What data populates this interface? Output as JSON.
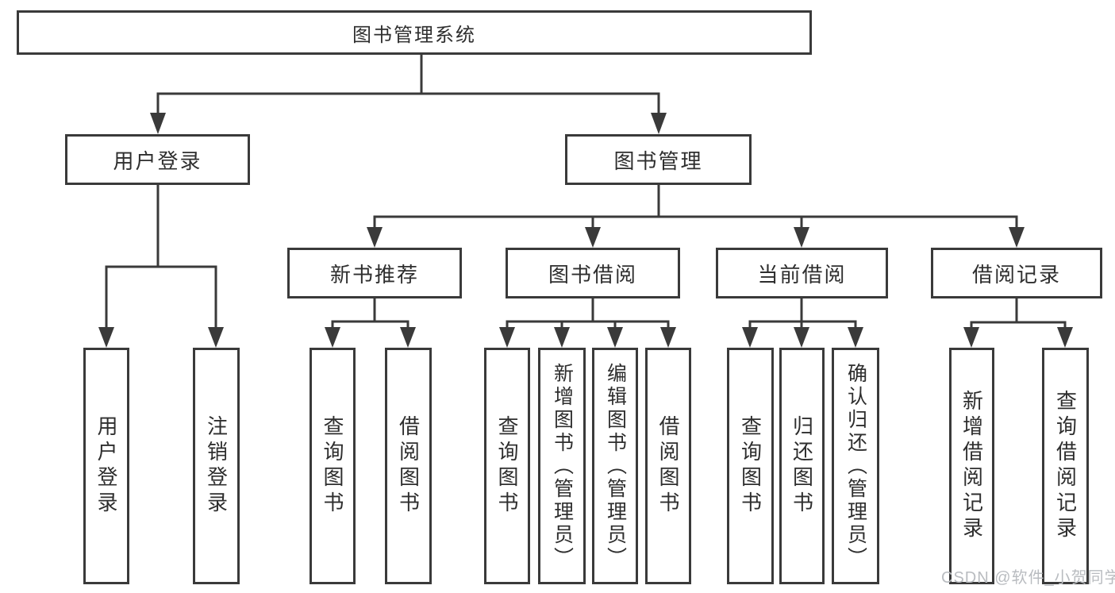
{
  "tree": {
    "root": {
      "label": "图书管理系统"
    },
    "level2": [
      {
        "label": "用户登录"
      },
      {
        "label": "图书管理"
      }
    ],
    "level3": [
      {
        "label": "新书推荐"
      },
      {
        "label": "图书借阅"
      },
      {
        "label": "当前借阅"
      },
      {
        "label": "借阅记录"
      }
    ],
    "leaves": [
      {
        "label": "用户登录"
      },
      {
        "label": "注销登录"
      },
      {
        "label": "查询图书"
      },
      {
        "label": "借阅图书"
      },
      {
        "label": "查询图书"
      },
      {
        "label": "新增图书（管理员）"
      },
      {
        "label": "编辑图书（管理员）"
      },
      {
        "label": "借阅图书"
      },
      {
        "label": "查询图书"
      },
      {
        "label": "归还图书"
      },
      {
        "label": "确认归还（管理员）"
      },
      {
        "label": "新增借阅记录"
      },
      {
        "label": "查询借阅记录"
      }
    ]
  },
  "watermark": {
    "text": "CSDN @软件_小贺同学"
  },
  "colors": {
    "line": "#3a3a3a",
    "text": "#2e2e2e",
    "watermark": "#b9bcc0",
    "background": "#ffffff"
  }
}
